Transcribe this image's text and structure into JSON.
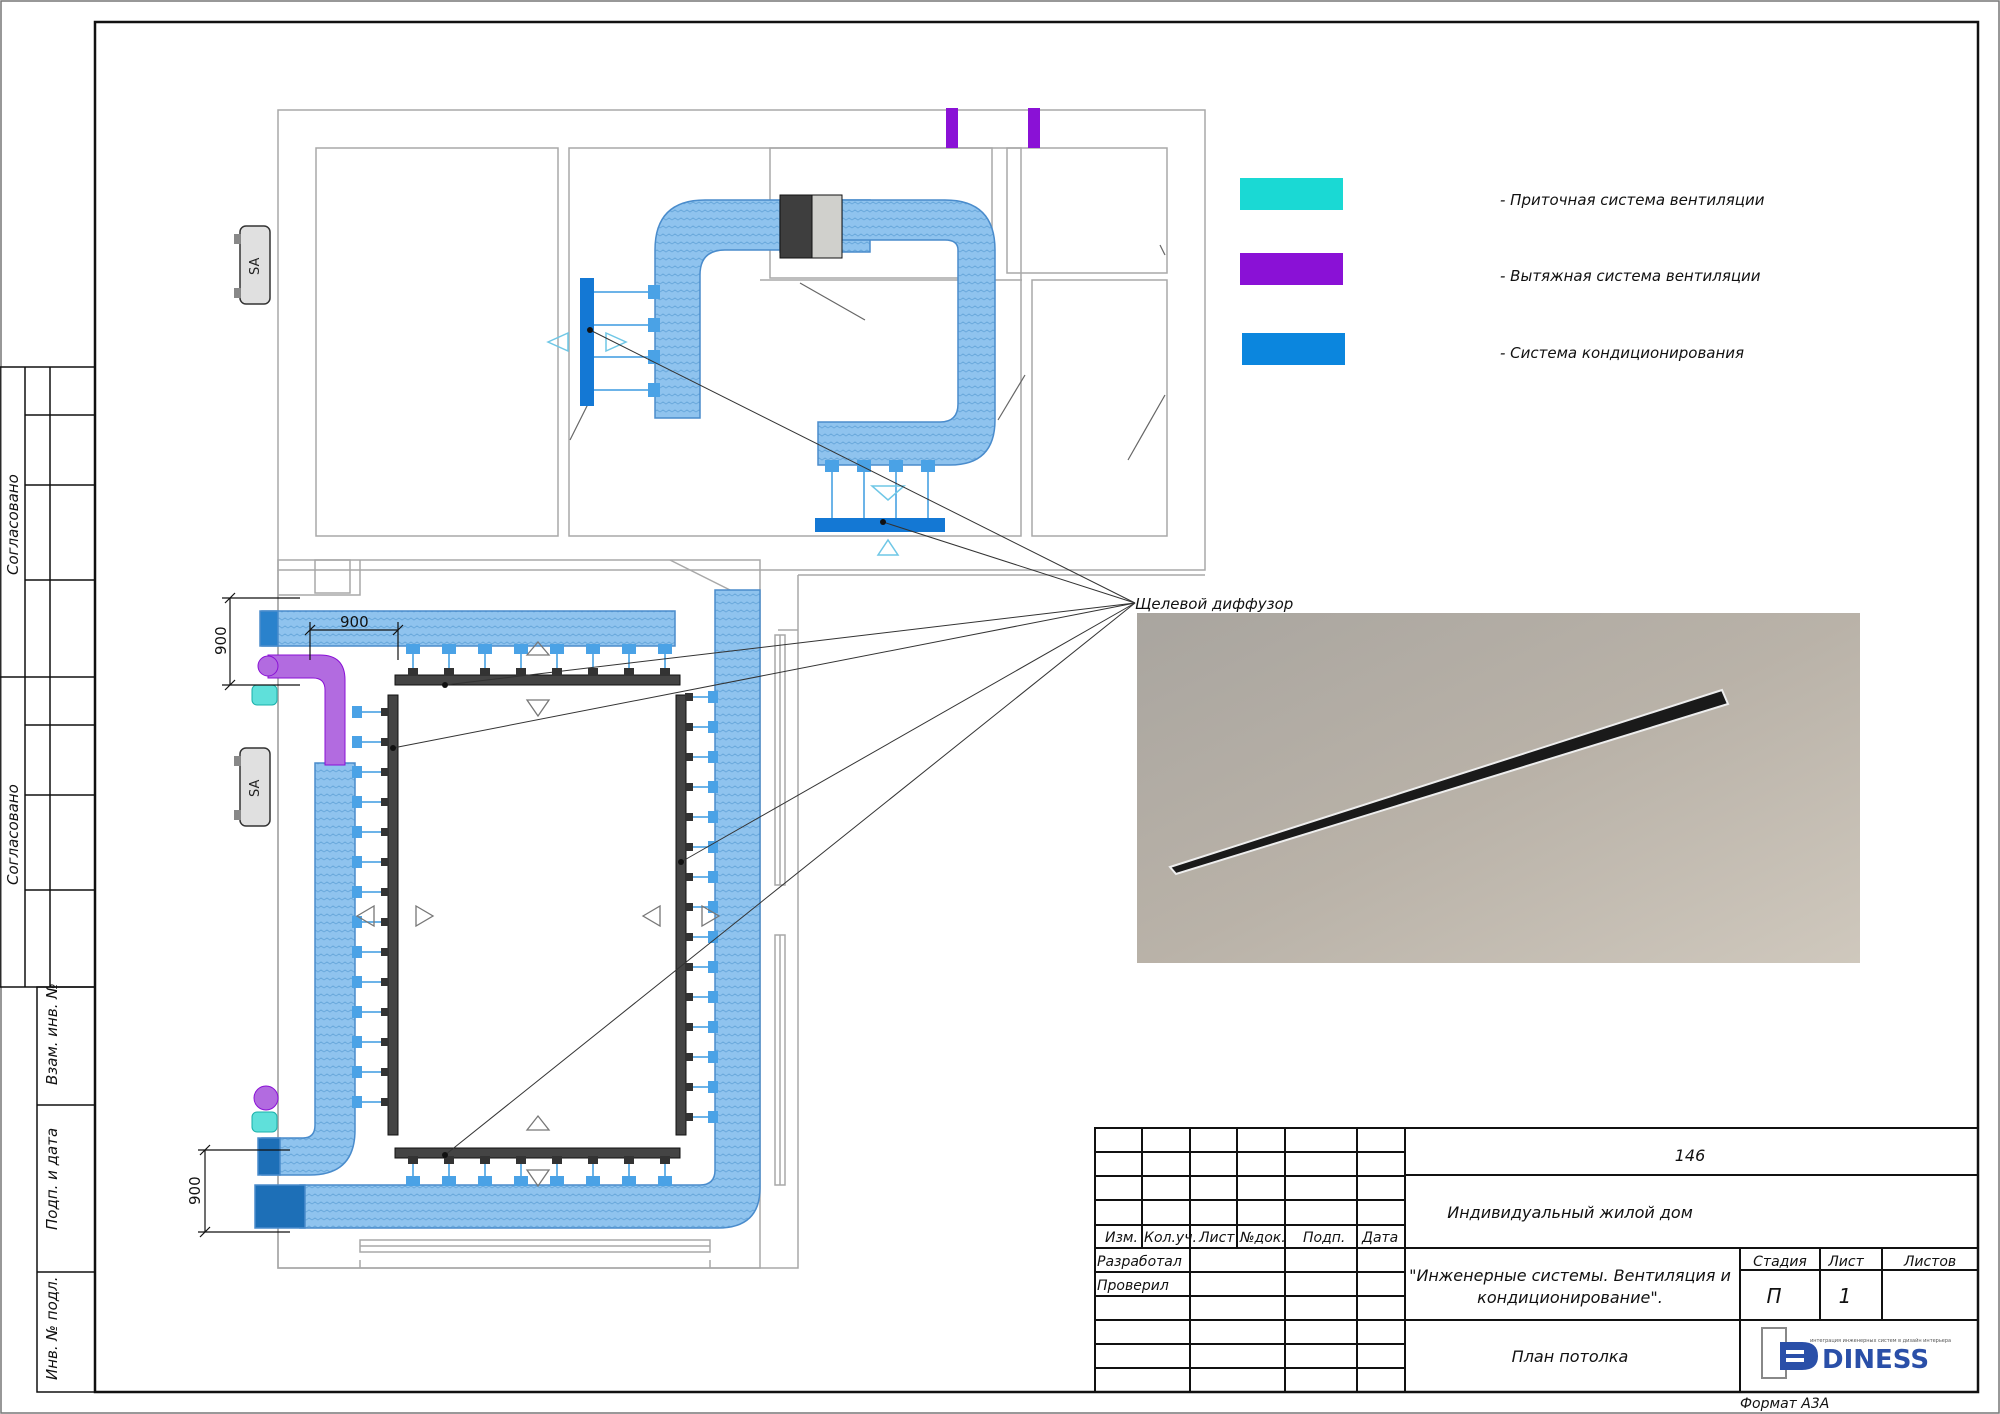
{
  "legend": {
    "items": [
      {
        "label": "- Приточная система вентиляции",
        "color": "#1ad9d4"
      },
      {
        "label": "- Вытяжная система вентиляции",
        "color": "#8a11d6"
      },
      {
        "label": "- Система кондиционирования",
        "color": "#0b86de"
      }
    ]
  },
  "annotation": {
    "diffuser_label": "Щелевой диффузор"
  },
  "dimensions": {
    "d1": "900",
    "d2": "900",
    "d3": "900"
  },
  "units": {
    "sa1": "SA",
    "sa2": "SA"
  },
  "stamp": {
    "side_labels": [
      "Согласовано",
      "Согласовано"
    ],
    "side_fields": [
      "Взам. инв. №",
      "Подп. и дата",
      "Инв. № подл."
    ],
    "columns": [
      "Изм.",
      "Кол.уч.",
      "Лист",
      "№док.",
      "Подп.",
      "Дата"
    ],
    "roles": [
      "Разработал",
      "Проверил"
    ],
    "number": "146",
    "object": "Индивидуальный жилой дом",
    "title_line1": "\"Инженерные системы. Вентиляция и",
    "title_line2": "кондиционирование\".",
    "stage_header": "Стадия",
    "sheet_header": "Лист",
    "sheets_header": "Листов",
    "stage": "П",
    "sheet": "1",
    "sheets": "",
    "drawing": "План потолка",
    "logo_text": "DINESS",
    "logo_tagline": "интеграция инженерных систем в дизайн интерьера",
    "format": "Формат А3А"
  },
  "colors": {
    "supply": "#1ad9d4",
    "exhaust": "#8a11d6",
    "ac": "#0b86de",
    "duct": "#8fc3ee",
    "diffuser": "#555555"
  }
}
